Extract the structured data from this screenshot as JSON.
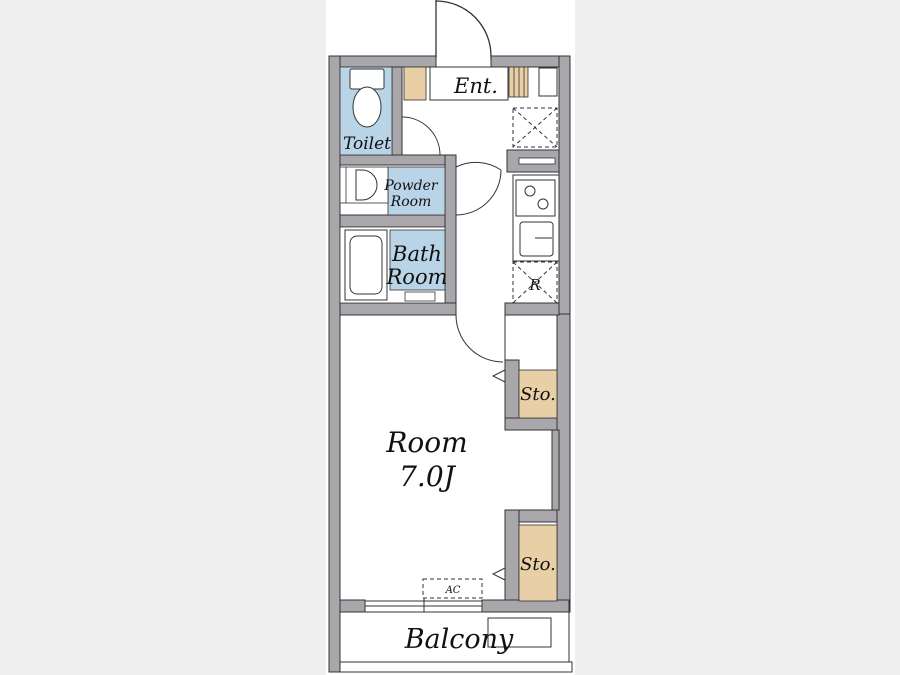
{
  "floor_plan": {
    "labels": {
      "entrance": "Ent.",
      "toilet": "Toilet",
      "powder_room_line1": "Powder",
      "powder_room_line2": "Room",
      "bath_room_line1": "Bath",
      "bath_room_line2": "Room",
      "refrigerator": "R",
      "storage_upper": "Sto.",
      "storage_lower": "Sto.",
      "room_name": "Room",
      "room_size": "7.0J",
      "air_conditioner": "AC",
      "balcony": "Balcony"
    },
    "colors": {
      "wall": "#a9a7ab",
      "wet_area": "#b9d4e6",
      "storage": "#e9cfa5",
      "outline": "#333333"
    }
  }
}
